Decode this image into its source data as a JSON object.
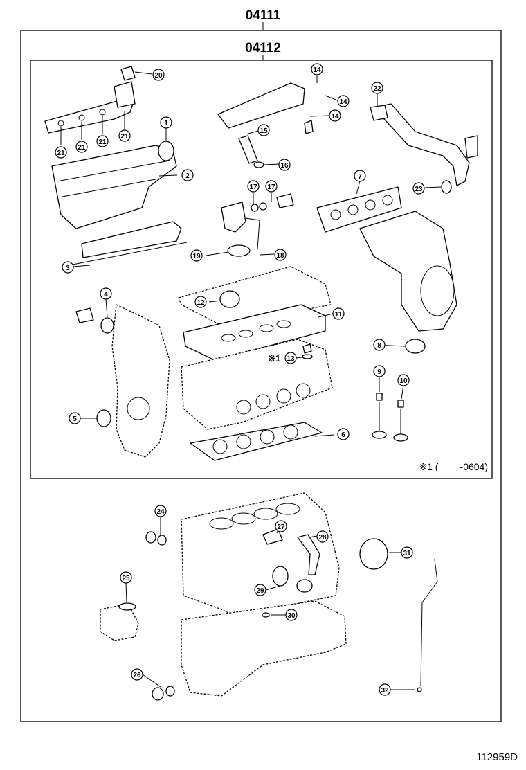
{
  "header": {
    "kit_number_outer": "04111",
    "kit_number_inner": "04112"
  },
  "note": {
    "symbol_label": "※1",
    "range_text": "※1 (        -0604)"
  },
  "figure_id": "112959D",
  "callouts": [
    "1",
    "2",
    "3",
    "4",
    "5",
    "6",
    "7",
    "8",
    "9",
    "10",
    "11",
    "12",
    "13",
    "14",
    "15",
    "16",
    "17",
    "18",
    "19",
    "20",
    "21",
    "22",
    "23",
    "24",
    "25",
    "26",
    "27",
    "28",
    "29",
    "30",
    "31",
    "32"
  ]
}
